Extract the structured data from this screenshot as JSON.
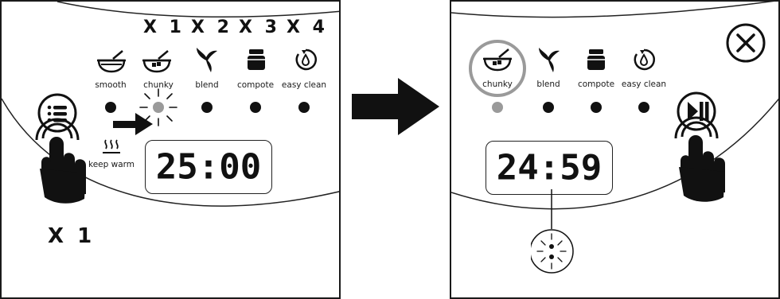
{
  "left_panel": {
    "counts": [
      "X 1",
      "X 2",
      "X 3",
      "X 4"
    ],
    "programs": [
      "smooth",
      "chunky",
      "blend",
      "compote",
      "easy clean"
    ],
    "keep_warm_label": "keep warm",
    "display_time": "25:00",
    "press_count": "X 1"
  },
  "right_panel": {
    "programs": [
      "chunky",
      "blend",
      "compote",
      "easy clean"
    ],
    "display_time": "24:59"
  },
  "colors": {
    "ink": "#111111",
    "indicator_grey": "#9a9a9a"
  },
  "icons": [
    "menu-button-icon",
    "pointing-hand-icon",
    "soup-bowl-icon",
    "chunky-bowl-icon",
    "blade-icon",
    "jar-icon",
    "easy-clean-icon",
    "steam-icon",
    "play-pause-button-icon",
    "close-icon",
    "right-arrow-icon",
    "blinking-colon-icon"
  ]
}
